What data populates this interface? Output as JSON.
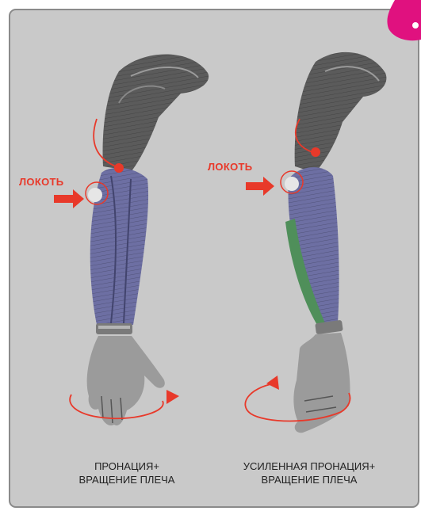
{
  "colors": {
    "accent": "#e8392a",
    "pronator_muscle": "#6d6fa3",
    "extra_muscle": "#4f8f5a",
    "badge": "#e0117f"
  },
  "icons": [
    "exclamation-badge-icon",
    "arrow-right-icon",
    "rotation-arrow-icon"
  ],
  "left_figure": {
    "elbow_label": "ЛОКОТЬ",
    "caption_line1": "ПРОНАЦИЯ+",
    "caption_line2": "ВРАЩЕНИЕ ПЛЕЧА"
  },
  "right_figure": {
    "elbow_label": "ЛОКОТЬ",
    "caption_line1": "УСИЛЕННАЯ ПРОНАЦИЯ+",
    "caption_line2": "ВРАЩЕНИЕ ПЛЕЧА"
  }
}
